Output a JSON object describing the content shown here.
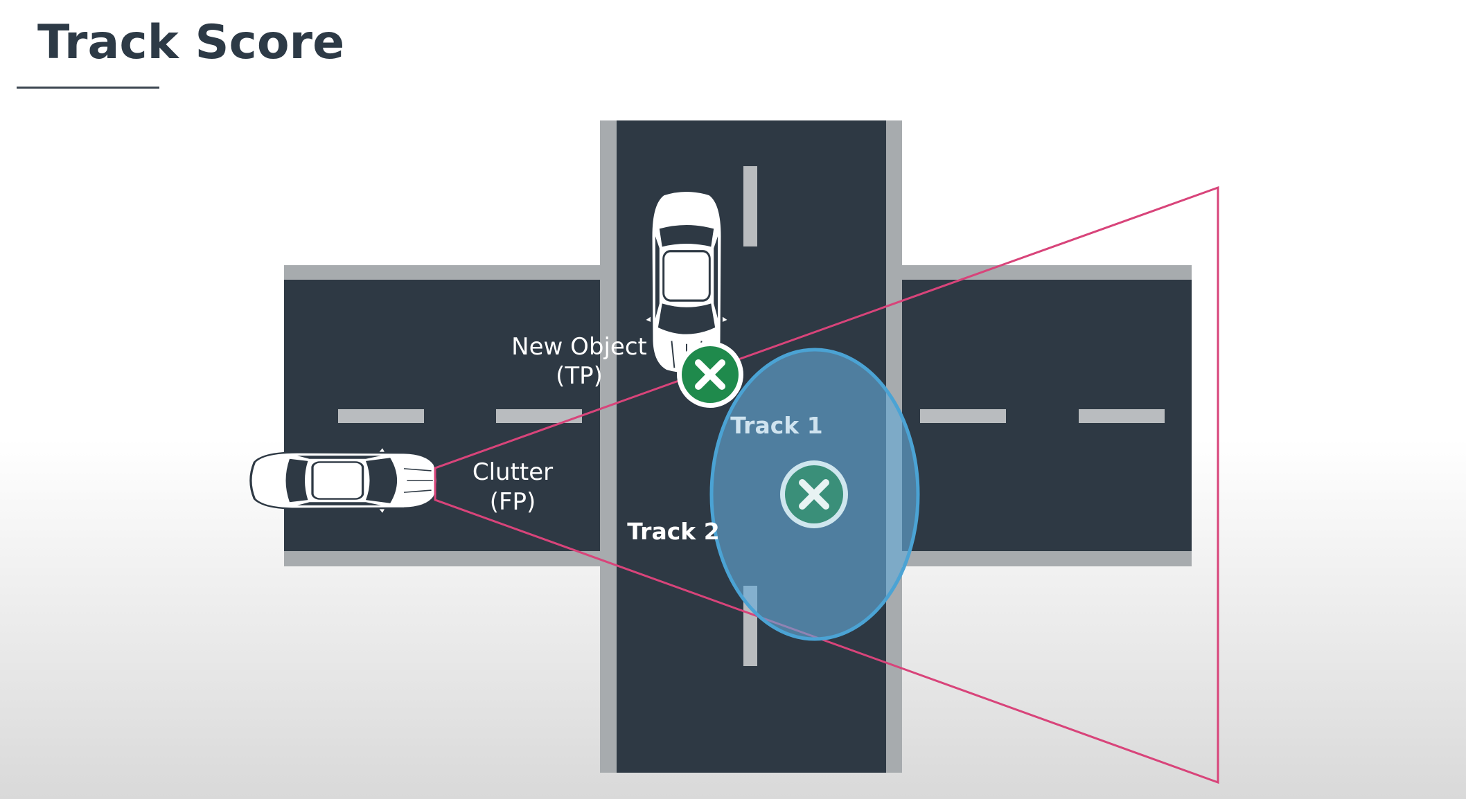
{
  "title": "Track Score",
  "labels": {
    "new_object": "New Object",
    "new_object_type": "(TP)",
    "clutter": "Clutter",
    "clutter_type": "(FP)",
    "track1": "Track 1",
    "track2": "Track 2"
  },
  "colors": {
    "road": "#2e3944",
    "curb": "#a7abae",
    "lane_marking": "#b9bcbf",
    "sensor_fov": "#d8447a",
    "gate": "#4ba3d4",
    "measurement_green": "#1f8a4c"
  },
  "icons": {
    "measurement": "x-circle-icon",
    "ego_vehicle": "car-icon",
    "other_vehicle": "car-icon"
  }
}
